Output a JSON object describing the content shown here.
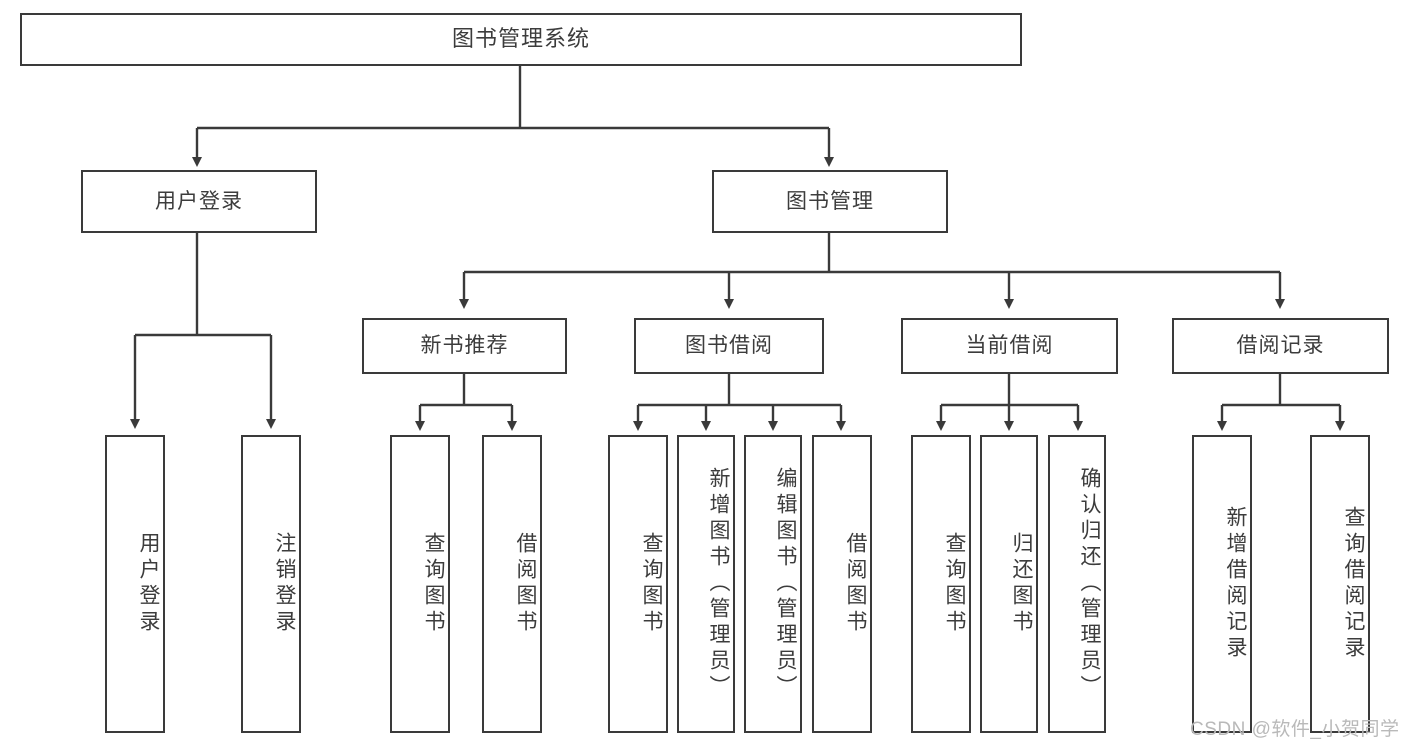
{
  "diagram": {
    "type": "tree",
    "title": "图书管理系统",
    "root": {
      "label": "图书管理系统"
    },
    "level2": [
      {
        "label": "用户登录"
      },
      {
        "label": "图书管理"
      }
    ],
    "level3": [
      {
        "label": "新书推荐"
      },
      {
        "label": "图书借阅"
      },
      {
        "label": "当前借阅"
      },
      {
        "label": "借阅记录"
      }
    ],
    "leaves": {
      "user_login": [
        {
          "label": "用户登录"
        },
        {
          "label": "注销登录"
        }
      ],
      "new_book_recommend": [
        {
          "label": "查询图书"
        },
        {
          "label": "借阅图书"
        }
      ],
      "book_borrow": [
        {
          "label": "查询图书"
        },
        {
          "label": "新增图书（管理员）"
        },
        {
          "label": "编辑图书（管理员）"
        },
        {
          "label": "借阅图书"
        }
      ],
      "current_borrow": [
        {
          "label": "查询图书"
        },
        {
          "label": "归还图书"
        },
        {
          "label": "确认归还（管理员）"
        }
      ],
      "borrow_record": [
        {
          "label": "新增借阅记录"
        },
        {
          "label": "查询借阅记录"
        }
      ]
    }
  },
  "watermark": {
    "text": "CSDN @软件_小贺同学"
  },
  "colors": {
    "box_border": "#3a3a3a",
    "box_fill": "#ffffff",
    "text": "#3c3c3c",
    "connector": "#3a3a3a",
    "watermark": "#b9b9b9",
    "background": "#ffffff"
  }
}
